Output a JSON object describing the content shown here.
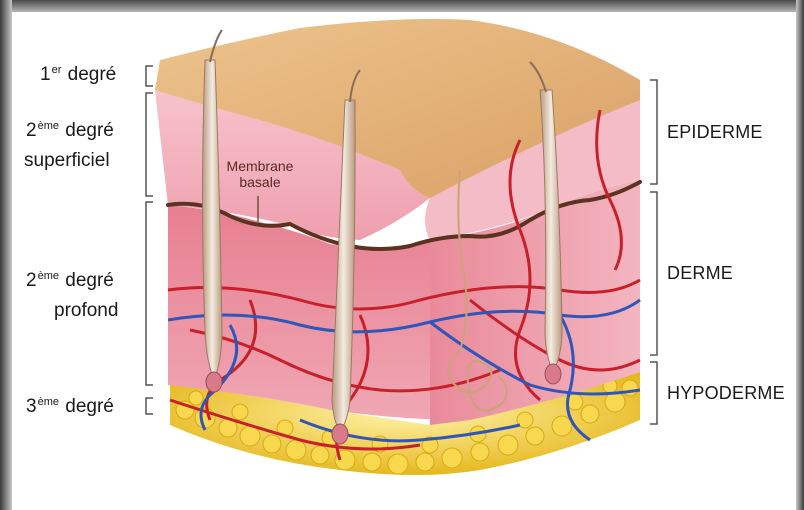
{
  "burn_degrees": {
    "first": {
      "num": "1",
      "sup": "er",
      "word": "degré"
    },
    "second_superficial": {
      "num": "2",
      "sup": "ème",
      "word": "degré",
      "line2": "superficiel"
    },
    "second_deep": {
      "num": "2",
      "sup": "ème",
      "word": "degré",
      "line2": "profond"
    },
    "third": {
      "num": "3",
      "sup": "ème",
      "word": "degré"
    }
  },
  "layers": {
    "epidermis": "EPIDERME",
    "dermis": "DERME",
    "hypodermis": "HYPODERME"
  },
  "annotation": {
    "line1": "Membrane",
    "line2": "basale"
  },
  "colors": {
    "epidermis_top": "#e8b77c",
    "epidermis_side": "#f2b7c4",
    "dermis": "#ea8f9c",
    "hypodermis_fat": "#f5d24a",
    "artery": "#c8202a",
    "vein": "#2f56b8",
    "basal_membrane": "#5b3320"
  }
}
